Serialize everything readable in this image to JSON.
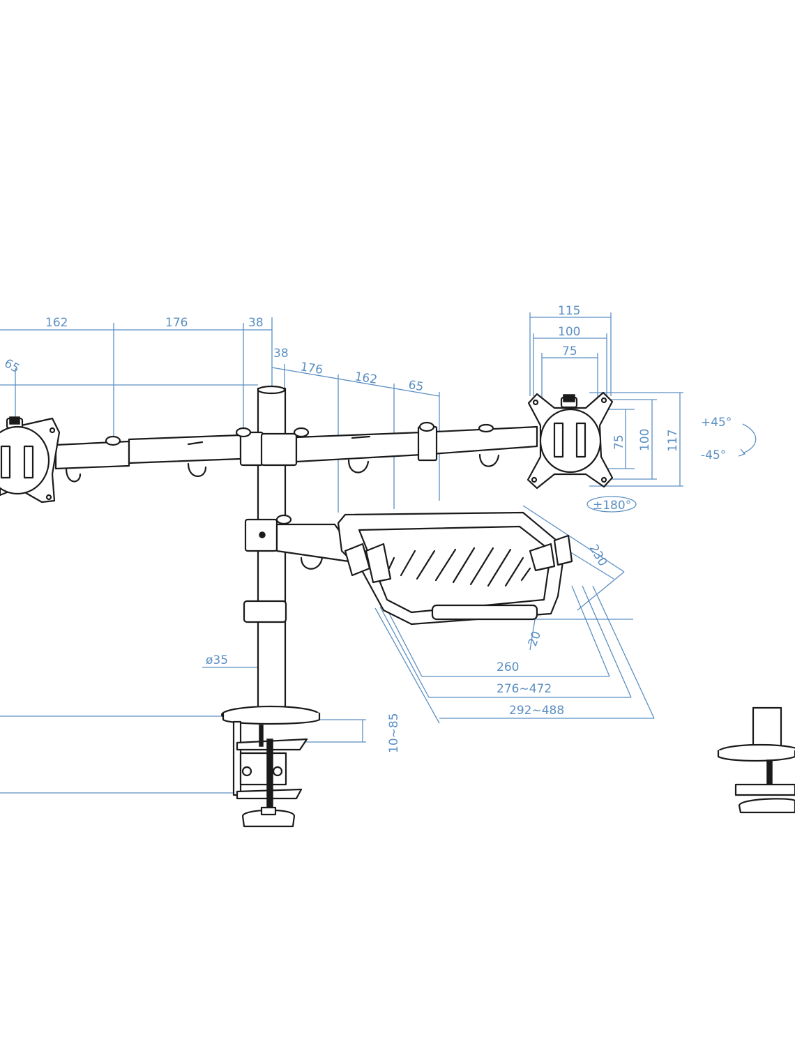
{
  "colors": {
    "line": "#1a1a1a",
    "dimension": "#5b8fc2",
    "background": "#ffffff"
  },
  "dimensions": {
    "left_arm": {
      "seg_162": "162",
      "seg_176": "176",
      "seg_38": "38",
      "seg_65": "65"
    },
    "right_arm": {
      "seg_38": "38",
      "seg_176": "176",
      "seg_162": "162",
      "seg_65": "65"
    },
    "vesa_width": {
      "outer": "115",
      "mid": "100",
      "inner": "75"
    },
    "vesa_height": {
      "inner": "75",
      "mid": "100",
      "outer": "117"
    },
    "tilt": {
      "up": "+45°",
      "down": "-45°"
    },
    "rotation": "±180°",
    "tray": {
      "depth": "230",
      "lip": "20",
      "width": "260",
      "range_inner": "276~472",
      "range_outer": "292~488"
    },
    "pole_diameter": "ø35",
    "clamp_range": "10~85"
  }
}
